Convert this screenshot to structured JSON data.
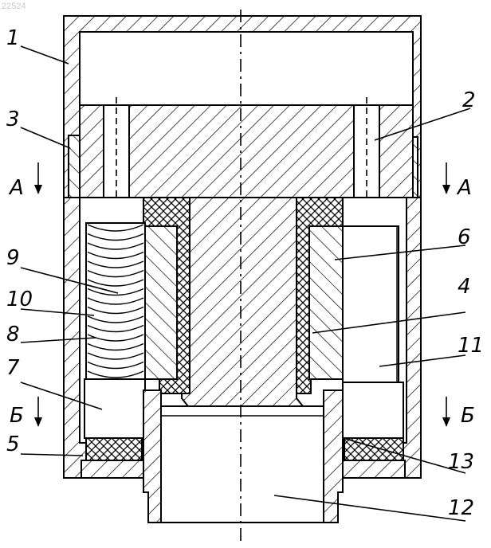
{
  "watermark": "22524",
  "labels": {
    "l1": "1",
    "l2": "2",
    "l3": "3",
    "l4": "4",
    "l5": "5",
    "l6": "6",
    "l7": "7",
    "l8": "8",
    "l9": "9",
    "l10": "10",
    "l11": "11",
    "l12": "12",
    "l13": "13"
  },
  "sections": {
    "a_left": "А",
    "a_right": "А",
    "b_left": "Б",
    "b_right": "Б"
  }
}
